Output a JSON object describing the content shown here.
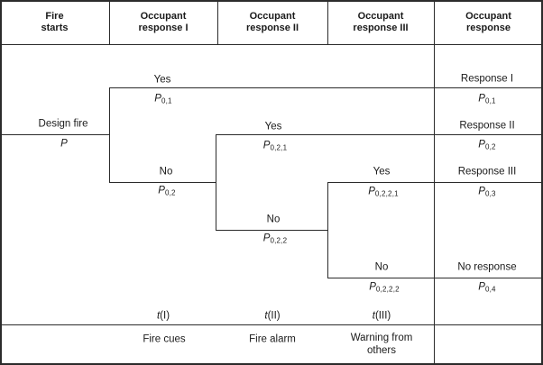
{
  "header": {
    "columns": [
      {
        "line1": "Fire",
        "line2": "starts"
      },
      {
        "line1": "Occupant",
        "line2": "response I"
      },
      {
        "line1": "Occupant",
        "line2": "response II"
      },
      {
        "line1": "Occupant",
        "line2": "response III"
      },
      {
        "line1": "Occupant",
        "line2": "response"
      }
    ]
  },
  "tree": {
    "root": {
      "label": "Design fire",
      "prob_base": "P",
      "prob_sub": ""
    },
    "branch1": {
      "yes_label": "Yes",
      "yes_prob_base": "P",
      "yes_prob_sub": "0,1",
      "no_label": "No",
      "no_prob_base": "P",
      "no_prob_sub": "0,2"
    },
    "branch2": {
      "yes_label": "Yes",
      "yes_prob_base": "P",
      "yes_prob_sub": "0,2,1",
      "no_label": "No",
      "no_prob_base": "P",
      "no_prob_sub": "0,2,2"
    },
    "branch3": {
      "yes_label": "Yes",
      "yes_prob_base": "P",
      "yes_prob_sub": "0,2,2,1",
      "no_label": "No",
      "no_prob_base": "P",
      "no_prob_sub": "0,2,2,2"
    }
  },
  "outcomes": [
    {
      "label": "Response I",
      "prob_base": "P",
      "prob_sub": "0,1"
    },
    {
      "label": "Response II",
      "prob_base": "P",
      "prob_sub": "0,2"
    },
    {
      "label": "Response III",
      "prob_base": "P",
      "prob_sub": "0,3"
    },
    {
      "label": "No response",
      "prob_base": "P",
      "prob_sub": "0,4"
    }
  ],
  "timeline": {
    "t1_base": "t",
    "t1_suffix": "(I)",
    "t2_base": "t",
    "t2_suffix": "(II)",
    "t3_base": "t",
    "t3_suffix": "(III)"
  },
  "cues": {
    "cue1": "Fire cues",
    "cue2": "Fire alarm",
    "cue3_line1": "Warning from",
    "cue3_line2": "others"
  },
  "colors": {
    "line": "#2b2b2b",
    "text": "#1a1a1a",
    "background": "#ffffff"
  }
}
